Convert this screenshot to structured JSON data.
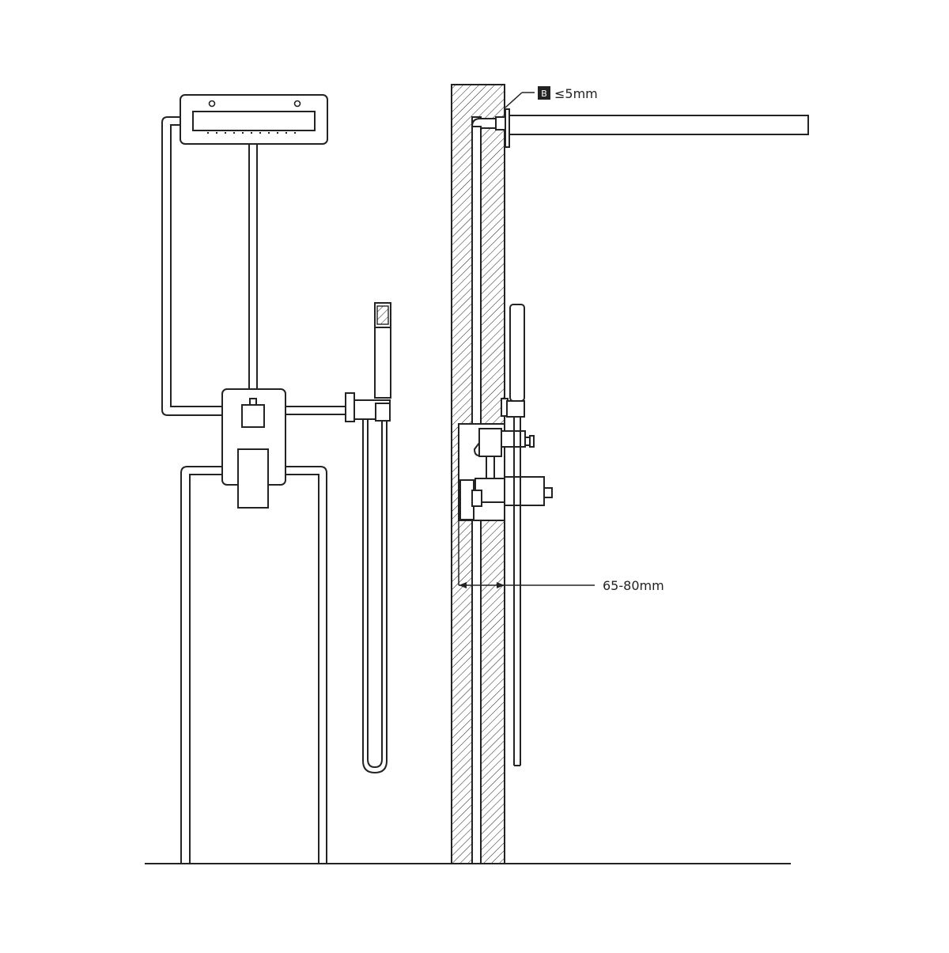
{
  "annotations": {
    "gap_badge": "B",
    "gap_label": "≤5mm",
    "depth_label": "65-80mm"
  }
}
